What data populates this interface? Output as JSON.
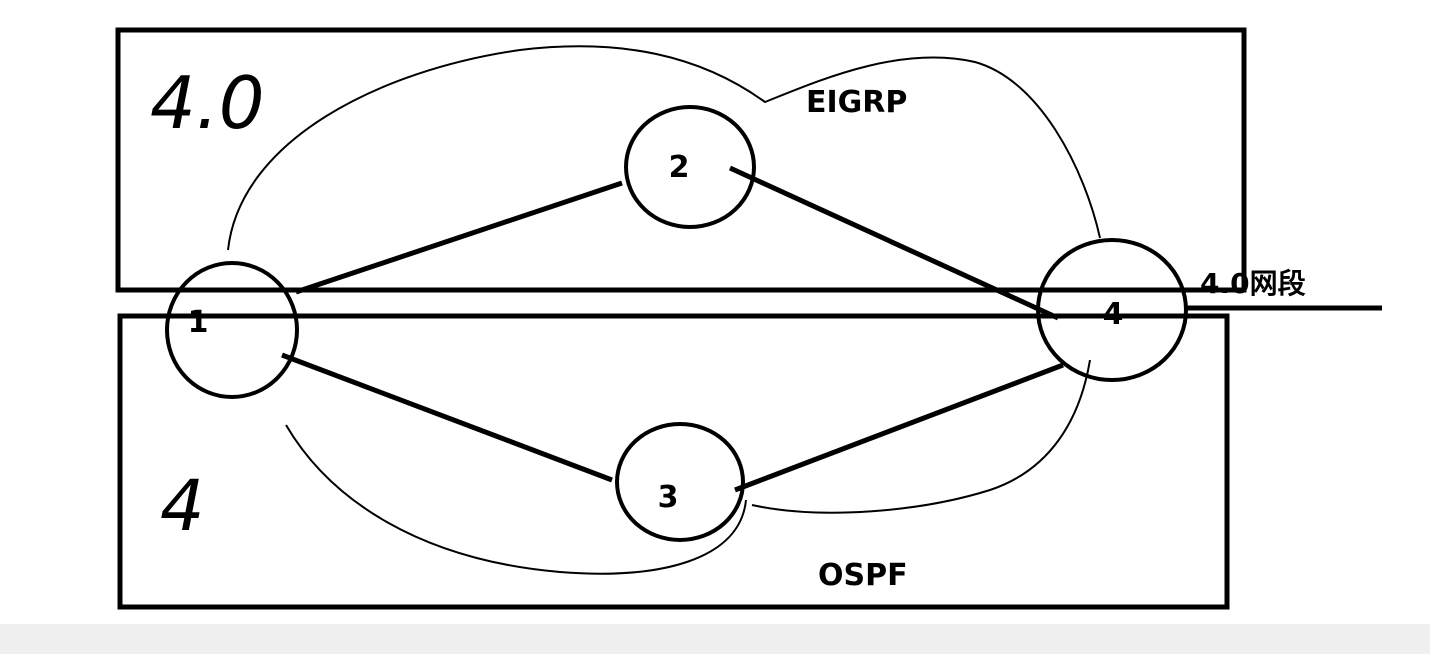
{
  "diagram": {
    "regions": {
      "top_protocol": "EIGRP",
      "bottom_protocol": "OSPF",
      "top_note": "4.0",
      "bottom_note": "4"
    },
    "nodes": [
      {
        "id": "1",
        "label": "1"
      },
      {
        "id": "2",
        "label": "2"
      },
      {
        "id": "3",
        "label": "3"
      },
      {
        "id": "4",
        "label": "4"
      }
    ],
    "links": [
      {
        "from": "1",
        "to": "2"
      },
      {
        "from": "2",
        "to": "4"
      },
      {
        "from": "1",
        "to": "3"
      },
      {
        "from": "3",
        "to": "4"
      }
    ],
    "segment_label": "4.0网段",
    "colors": {
      "stroke": "#000000",
      "background": "#ffffff",
      "bottom_bar": "#efefef"
    }
  }
}
